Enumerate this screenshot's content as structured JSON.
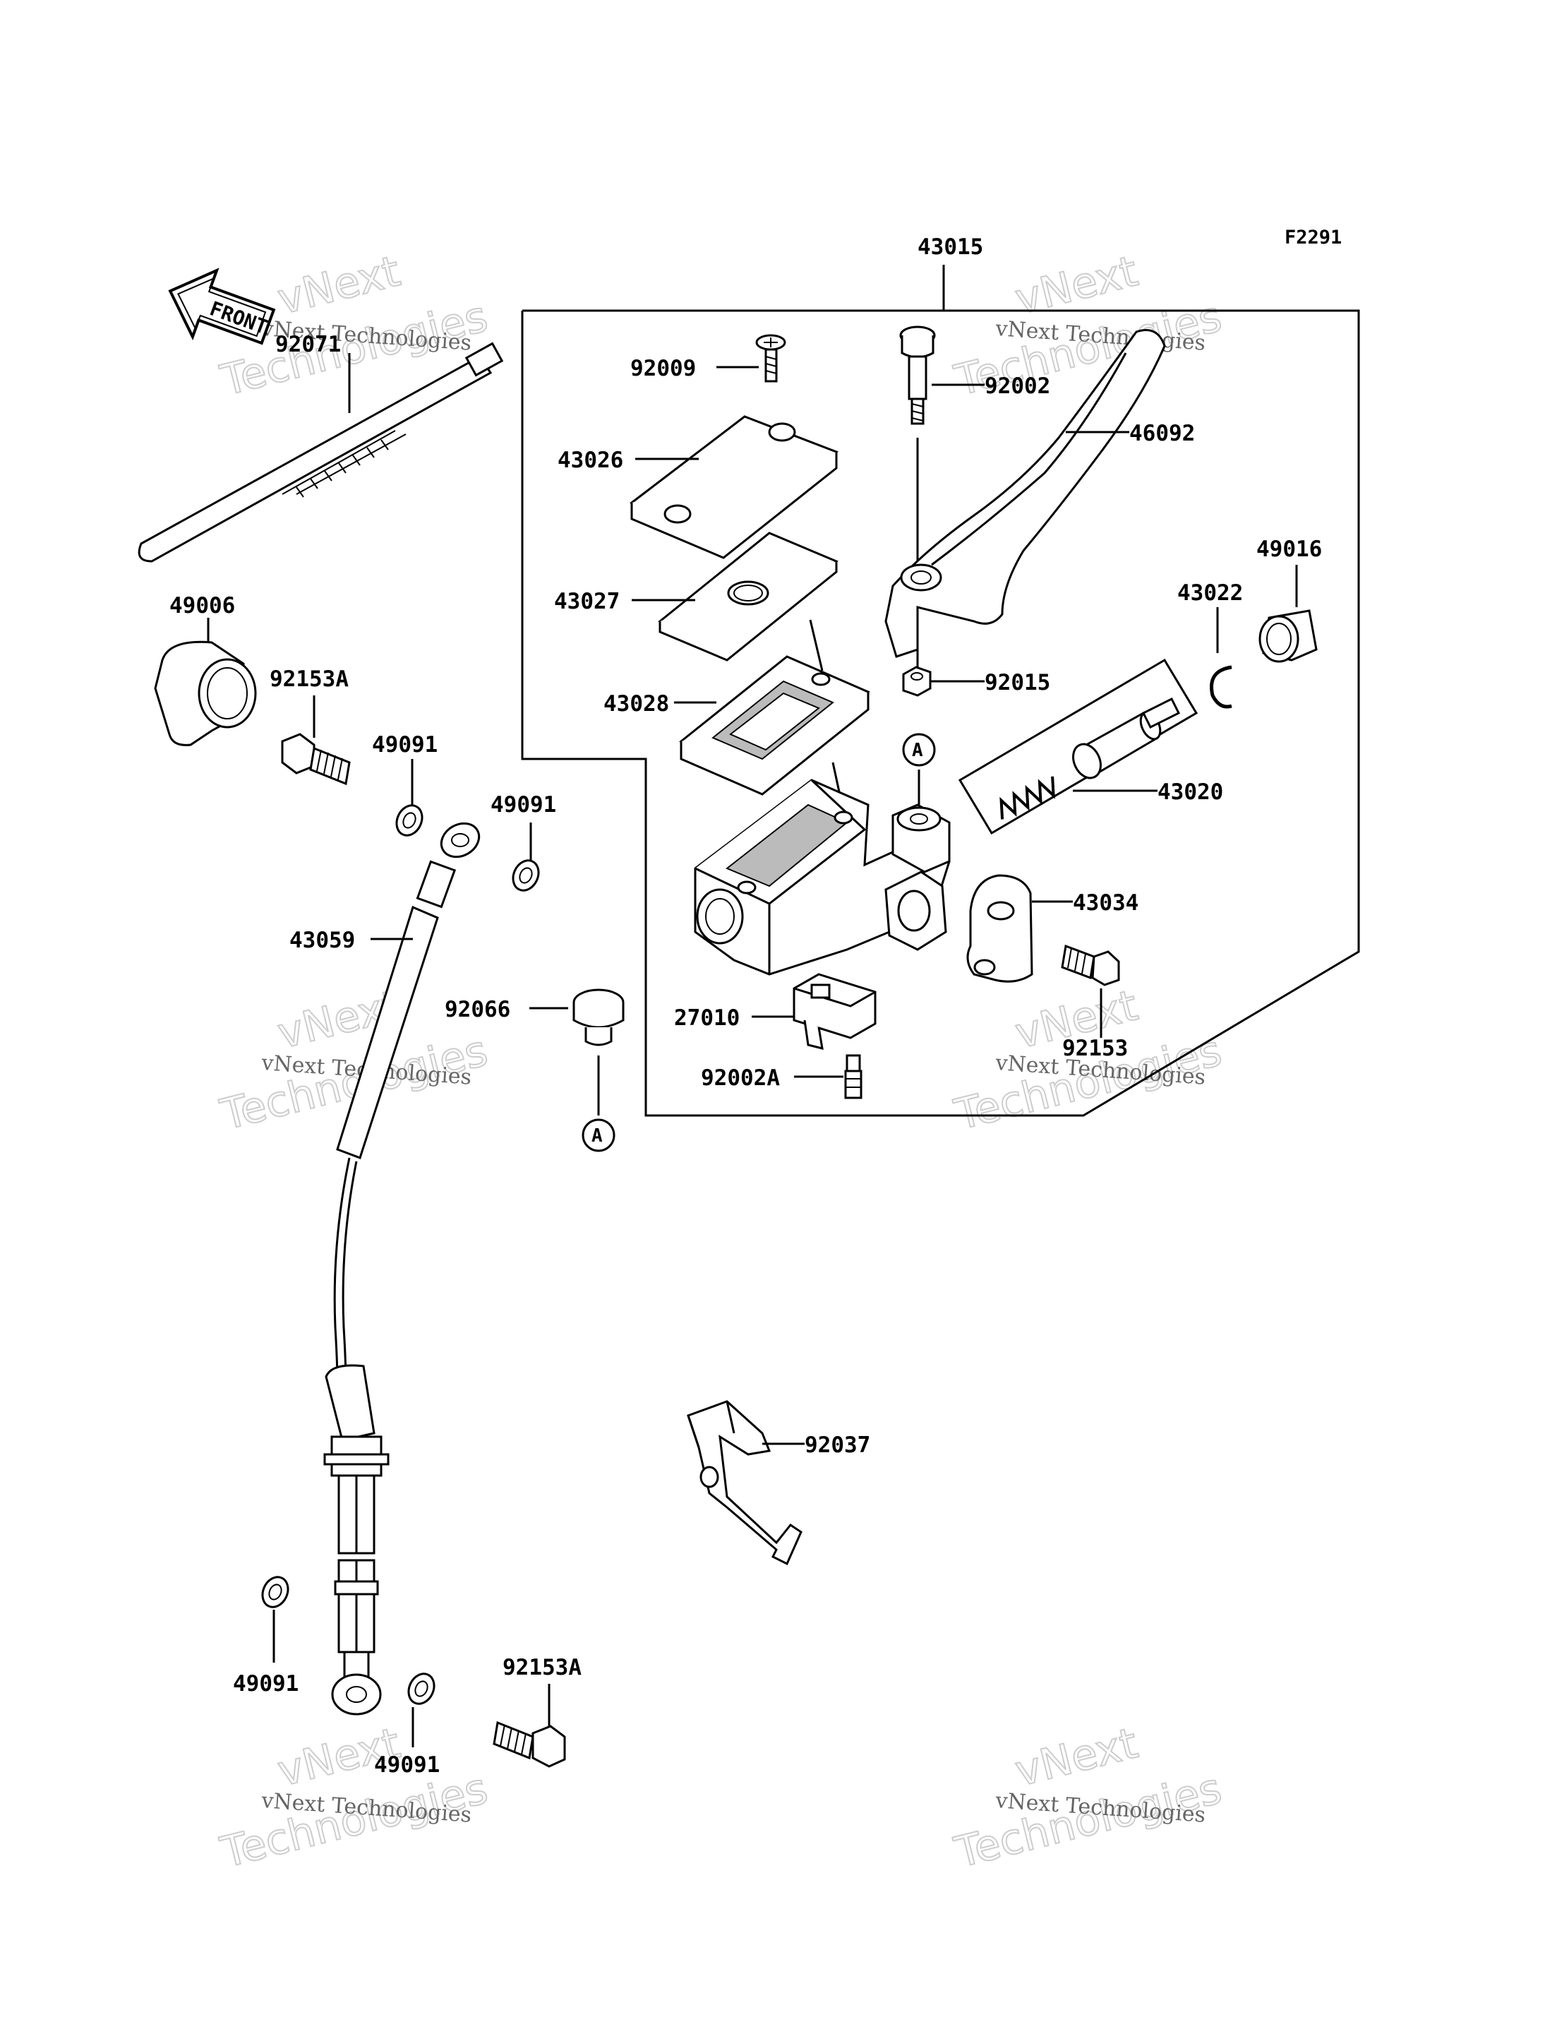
{
  "diagram": {
    "figure_code": "F2291",
    "front_arrow_text": "FRONT",
    "watermark_line1": "vNext",
    "watermark_line2": "Technologies",
    "watermark_caption": "vNext Technologies",
    "reference_marker": "A",
    "parts": {
      "p43015": "43015",
      "p92009": "92009",
      "p92002": "92002",
      "p46092": "46092",
      "p43026": "43026",
      "p43027": "43027",
      "p43028": "43028",
      "p92015": "92015",
      "p43022": "43022",
      "p49016": "49016",
      "p43020": "43020",
      "p43034": "43034",
      "p27010": "27010",
      "p92002A": "92002A",
      "p92153": "92153",
      "p92071": "92071",
      "p49006": "49006",
      "p92153A_top": "92153A",
      "p49091_a": "49091",
      "p49091_b": "49091",
      "p43059": "43059",
      "p92066": "92066",
      "p92037": "92037",
      "p49091_c": "49091",
      "p49091_d": "49091",
      "p92153A_bottom": "92153A"
    }
  }
}
